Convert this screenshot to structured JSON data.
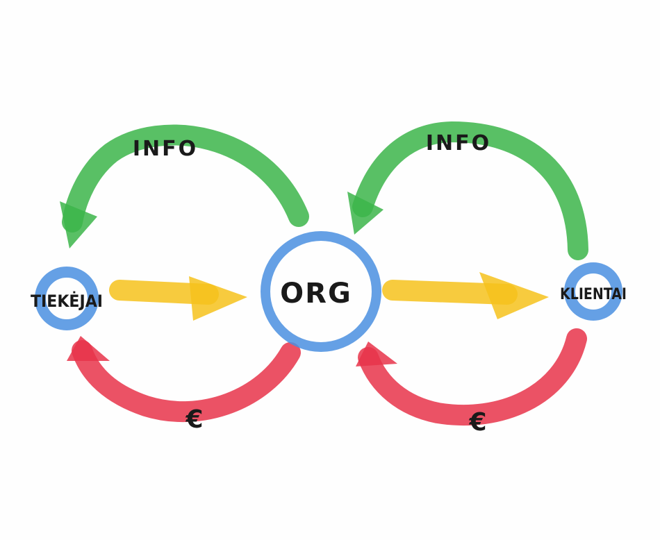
{
  "nodes": {
    "suppliers": {
      "label": "TIEKĖJAI"
    },
    "org": {
      "label": "ORG"
    },
    "clients": {
      "label": "KLIENTAI"
    }
  },
  "edges": {
    "info_left": {
      "label": "INFO"
    },
    "info_right": {
      "label": "INFO"
    },
    "money_left": {
      "label": "€"
    },
    "money_right": {
      "label": "€"
    }
  },
  "colors": {
    "info": "#3cb54a",
    "money": "#e8344a",
    "goods": "#f6c21c",
    "node": "#4a8fe0",
    "text": "#1a1a1a"
  }
}
